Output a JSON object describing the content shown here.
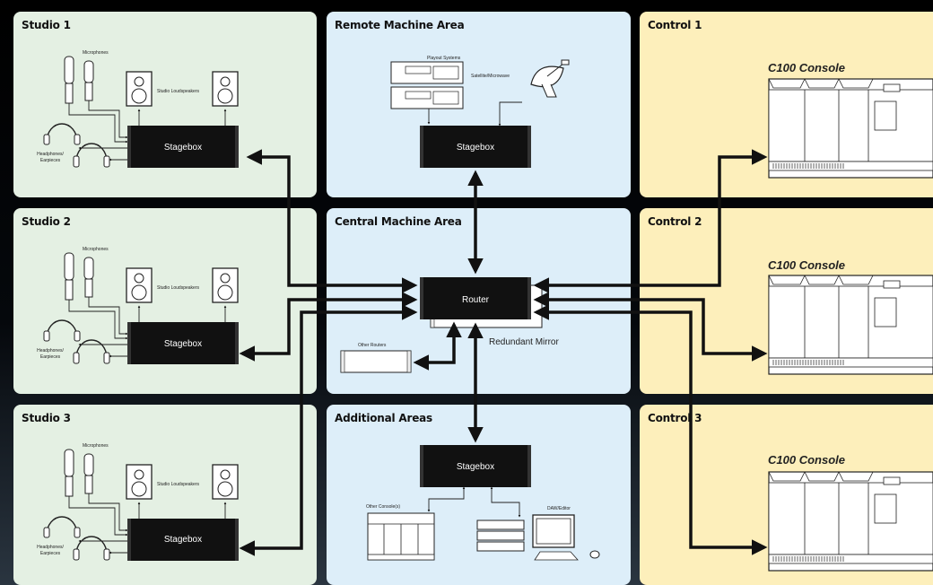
{
  "panels": {
    "studio1": "Studio 1",
    "studio2": "Studio 2",
    "studio3": "Studio 3",
    "remote": "Remote Machine Area",
    "central": "Central Machine Area",
    "additional": "Additional Areas",
    "control1": "Control 1",
    "control2": "Control 2",
    "control3": "Control 3"
  },
  "labels": {
    "microphones": "Microphones",
    "loudspeakers": "Studio Loudspeakers",
    "headphones_line1": "Headphones/",
    "headphones_line2": "Earpieces",
    "stagebox": "Stagebox",
    "router": "Router",
    "redundant_mirror": "Redundant Mirror",
    "other_routers": "Other Routers",
    "playout_systems": "Playout Systems",
    "satellite": "Satellite/Microwave",
    "other_consoles": "Other Console(s)",
    "daw_editor": "DAW/Editor",
    "console": "C100 Console"
  },
  "colors": {
    "studio_bg": "#e4f0e3",
    "machine_bg": "#ddeef9",
    "control_bg": "#fdefbb",
    "device": "#111111"
  }
}
